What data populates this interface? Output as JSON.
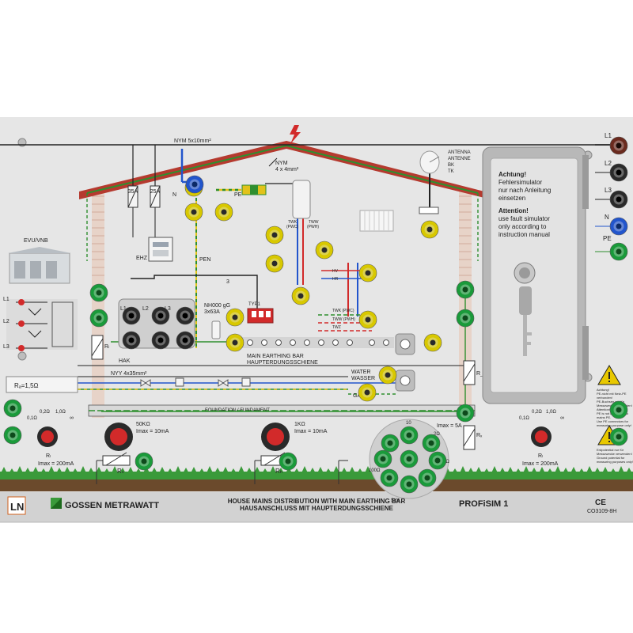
{
  "labels": {
    "nym5x10": "NYM 5x10mm²",
    "nym4x4_a": "NYM",
    "nym4x4_b": "4 x 4mm²",
    "f35": "35A",
    "f25": "25A",
    "n": "N",
    "pe": "PE",
    "ehz": "EHZ",
    "pen": "PEN",
    "evu": "EVU/VNB",
    "hak": "HAK",
    "nh000_a": "NH000 gG",
    "nh000_b": "3x63A",
    "nyy": "NYY 4x35mm²",
    "num3": "3",
    "typ1": "TYP1",
    "twk_a": "TWK",
    "twk_b": "(PWC)",
    "tww_a": "TWW",
    "tww_b": "(PWH)",
    "hv": "HV",
    "hr": "HR",
    "twk2": "TWK (PWC)",
    "tww2": "TWW (PWH)",
    "twz": "TWZ",
    "meb_en": "MAIN EARTHING BAR",
    "meb_de": "HAUPTERDUNGSSCHIENE",
    "water_en": "WATER",
    "water_de": "WASSER",
    "gas": "GAS",
    "antenna_en": "ANTENNA",
    "antenna_de": "ANTENNE",
    "bk": "BK",
    "tk": "TK",
    "foundation": "FOUNDATION / FUNDAMENT",
    "ra": "Rₐ=1,5Ω",
    "rl": "Rₗ",
    "rx": "Rₓ",
    "rf": "R_f",
    "rs": "Rₛ",
    "rh": "Rₕ",
    "imax200": "Imax = 200mA",
    "imax200b": "Imax = 200mA",
    "r50k_a": "50KΩ",
    "r50k_b": "Imax = 10mA",
    "r1k_a": "1KΩ",
    "r1k_b": "Imax = 10mA",
    "imax5": "Imax = 5A",
    "k_010": "0,1Ω",
    "k_02": "0,2Ω",
    "k_10": "1,0Ω",
    "k_inf": "∞",
    "sel_10": "10",
    "sel_2o": "2Ω",
    "sel_5o": "5Ω",
    "sel_100o": "100Ω",
    "sel_stoe": "Stör",
    "l1": "L1",
    "l2": "L2",
    "l3": "L3"
  },
  "phases": {
    "l1": "L1",
    "l2": "L2",
    "l3": "L3",
    "n": "N",
    "pe": "PE"
  },
  "fault_box": {
    "de_title": "Achtung!",
    "de_l1": "Fehlersimulator",
    "de_l2": "nur nach Anleitung",
    "de_l3": "einsetzen",
    "en_title": "Attention!",
    "en_l1": "use fault simulator",
    "en_l2": "only according to",
    "en_l3": "instruction manual"
  },
  "warnings": {
    "w1": [
      "Achtung!",
      "PE-nicht mit Netz-PE",
      "verbunden!",
      "PE-Buchsen nur für",
      "Messzwecke verwenden!",
      "Attention!",
      "PE is not connected to",
      "mains PE.",
      "Use PE connectors for",
      "measuring purpose only!"
    ],
    "w2": [
      "Erdpotential nur für",
      "Messzwecke verwenden!",
      "Ground potential for",
      "measuring purposes only!"
    ]
  },
  "footer": {
    "brand": "GOSSEN METRAWATT",
    "title_en": "HOUSE MAINS DISTRIBUTION WITH MAIN EARTHING BAR",
    "title_de": "HAUSANSCHLUSS MIT HAUPTERDUNGSSCHIENE",
    "product": "PROFiSIM 1",
    "ce": "CE",
    "code": "CO3109-8H",
    "ln_logo": "LN"
  },
  "colors": {
    "panel": "#e6e6e6",
    "roof": "#b53a2f",
    "pe_green": "#2f8f2f",
    "pe_yellow": "#e2c21a",
    "phase_blue": "#2255cc",
    "water_red": "#d22a2a",
    "socket_green": "#1a9a3a",
    "socket_black": "#2a2a2a",
    "socket_yellow": "#d8c800",
    "product_green": "#3a9a3a"
  }
}
